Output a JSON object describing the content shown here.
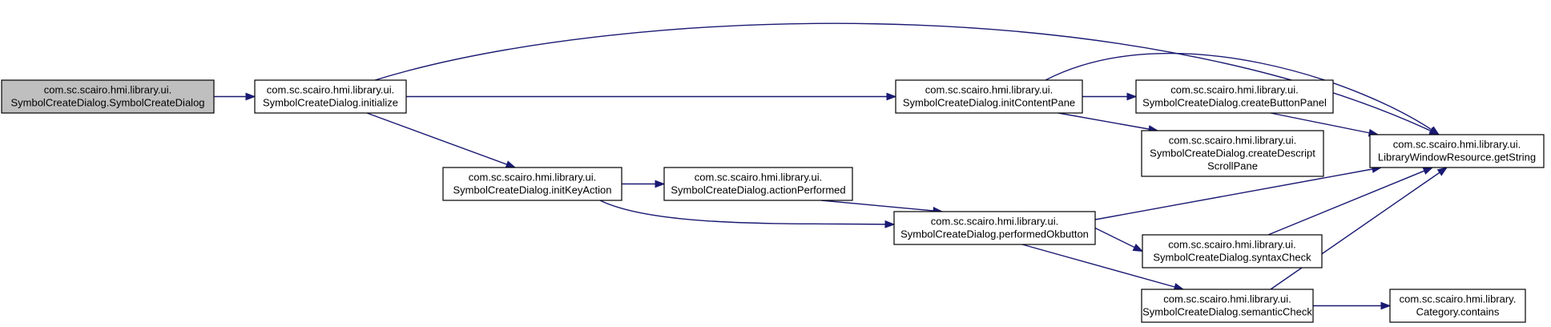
{
  "colors": {
    "root_fill": "#bfbfbf",
    "node_fill": "#ffffff",
    "node_border": "#000000",
    "edge": "#1a1a73"
  },
  "nodes": [
    {
      "id": "ctor",
      "root": true,
      "lines": [
        "com.sc.scairo.hmi.library.ui.",
        "SymbolCreateDialog.SymbolCreateDialog"
      ]
    },
    {
      "id": "initialize",
      "lines": [
        "com.sc.scairo.hmi.library.ui.",
        "SymbolCreateDialog.initialize"
      ]
    },
    {
      "id": "initContentPane",
      "lines": [
        "com.sc.scairo.hmi.library.ui.",
        "SymbolCreateDialog.initContentPane"
      ]
    },
    {
      "id": "createButtonPanel",
      "lines": [
        "com.sc.scairo.hmi.library.ui.",
        "SymbolCreateDialog.createButtonPanel"
      ]
    },
    {
      "id": "createDescriptScrollPane",
      "lines": [
        "com.sc.scairo.hmi.library.ui.",
        "SymbolCreateDialog.createDescript",
        "ScrollPane"
      ]
    },
    {
      "id": "getString",
      "lines": [
        "com.sc.scairo.hmi.library.ui.",
        "LibraryWindowResource.getString"
      ]
    },
    {
      "id": "initKeyAction",
      "lines": [
        "com.sc.scairo.hmi.library.ui.",
        "SymbolCreateDialog.initKeyAction"
      ]
    },
    {
      "id": "actionPerformed",
      "lines": [
        "com.sc.scairo.hmi.library.ui.",
        "SymbolCreateDialog.actionPerformed"
      ]
    },
    {
      "id": "performedOkbutton",
      "lines": [
        "com.sc.scairo.hmi.library.ui.",
        "SymbolCreateDialog.performedOkbutton"
      ]
    },
    {
      "id": "syntaxCheck",
      "lines": [
        "com.sc.scairo.hmi.library.ui.",
        "SymbolCreateDialog.syntaxCheck"
      ]
    },
    {
      "id": "semanticCheck",
      "lines": [
        "com.sc.scairo.hmi.library.ui.",
        "SymbolCreateDialog.semanticCheck"
      ]
    },
    {
      "id": "contains",
      "lines": [
        "com.sc.scairo.hmi.library.",
        "Category.contains"
      ]
    }
  ],
  "edges": [
    [
      "ctor",
      "initialize"
    ],
    [
      "initialize",
      "getString"
    ],
    [
      "initialize",
      "initContentPane"
    ],
    [
      "initialize",
      "initKeyAction"
    ],
    [
      "initContentPane",
      "getString"
    ],
    [
      "initContentPane",
      "createButtonPanel"
    ],
    [
      "initContentPane",
      "createDescriptScrollPane"
    ],
    [
      "createButtonPanel",
      "getString"
    ],
    [
      "initKeyAction",
      "actionPerformed"
    ],
    [
      "initKeyAction",
      "performedOkbutton"
    ],
    [
      "actionPerformed",
      "performedOkbutton"
    ],
    [
      "performedOkbutton",
      "getString"
    ],
    [
      "performedOkbutton",
      "syntaxCheck"
    ],
    [
      "performedOkbutton",
      "semanticCheck"
    ],
    [
      "syntaxCheck",
      "getString"
    ],
    [
      "semanticCheck",
      "getString"
    ],
    [
      "semanticCheck",
      "contains"
    ]
  ]
}
